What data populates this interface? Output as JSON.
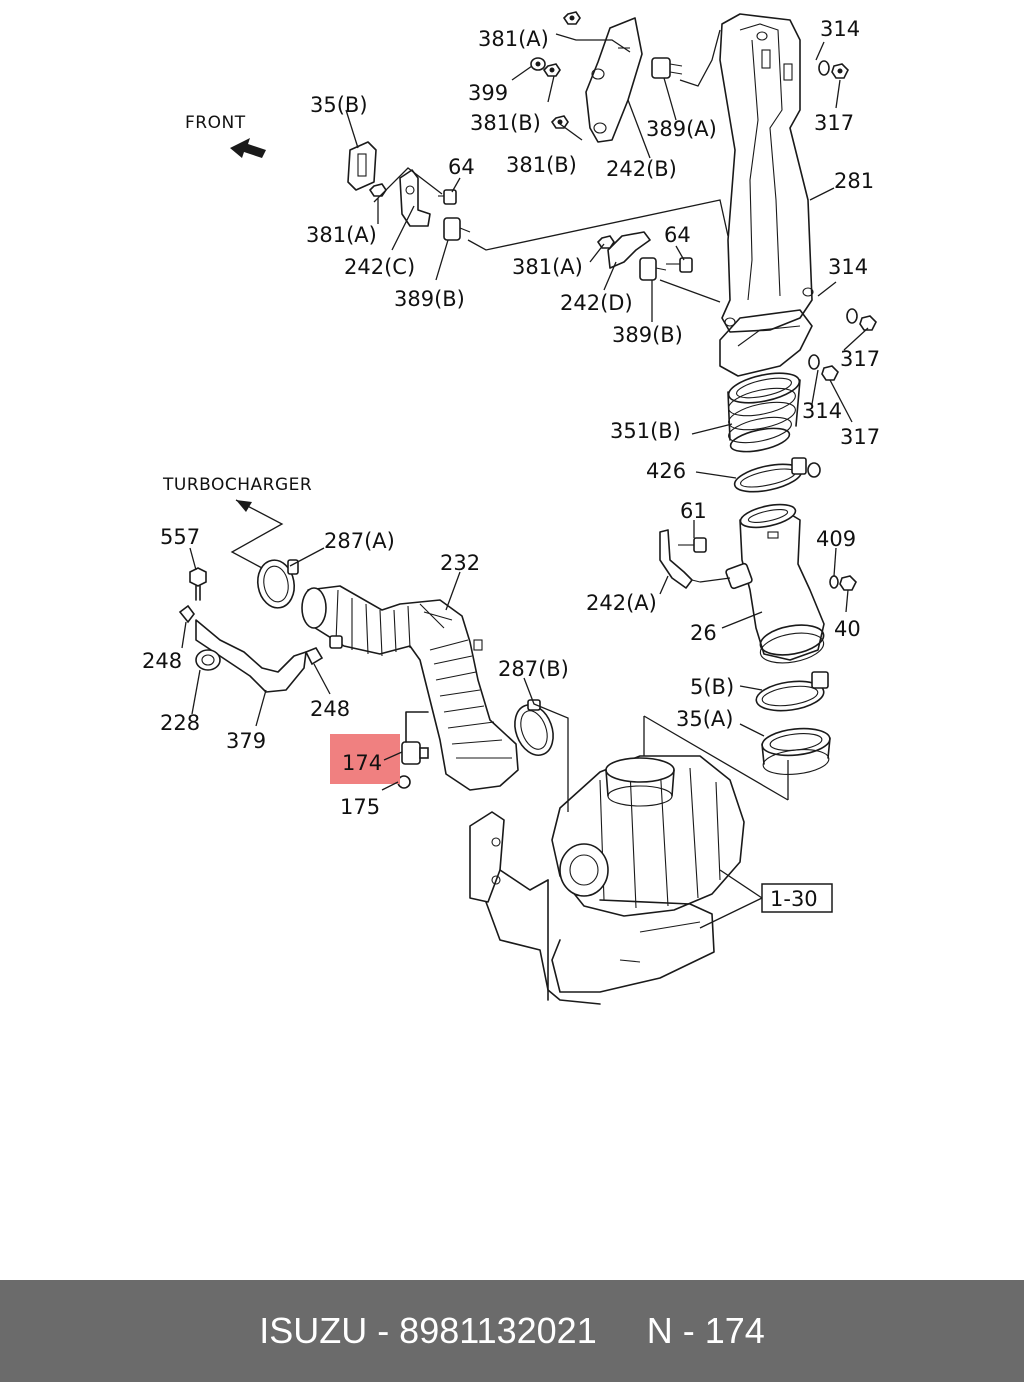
{
  "labels": {
    "front": "FRONT",
    "turbocharger": "TURBOCHARGER",
    "l_381a_top": "381(A)",
    "l_399": "399",
    "l_381b_1": "381(B)",
    "l_381b_2": "381(B)",
    "l_389a": "389(A)",
    "l_242b": "242(B)",
    "l_314_a": "314",
    "l_317_a": "317",
    "l_35b": "35(B)",
    "l_64_a": "64",
    "l_381a_mid": "381(A)",
    "l_242c": "242(C)",
    "l_389b_a": "389(B)",
    "l_281": "281",
    "l_381a_low": "381(A)",
    "l_64_b": "64",
    "l_242d": "242(D)",
    "l_389b_b": "389(B)",
    "l_314_b": "314",
    "l_317_b": "317",
    "l_314_c": "314",
    "l_317_c": "317",
    "l_351b": "351(B)",
    "l_426": "426",
    "l_557": "557",
    "l_287a": "287(A)",
    "l_232": "232",
    "l_61": "61",
    "l_409": "409",
    "l_242a": "242(A)",
    "l_40": "40",
    "l_26": "26",
    "l_248_a": "248",
    "l_248_b": "248",
    "l_228": "228",
    "l_379": "379",
    "l_287b": "287(B)",
    "l_5b": "5(B)",
    "l_35a": "35(A)",
    "l_174": "174",
    "l_175": "175",
    "l_1_30": "1-30"
  },
  "highlight": {
    "part": "174",
    "color": "#f08080"
  },
  "footer": {
    "text": "ISUZU - 8981132021     N - 174",
    "background": "#6b6b6b"
  }
}
